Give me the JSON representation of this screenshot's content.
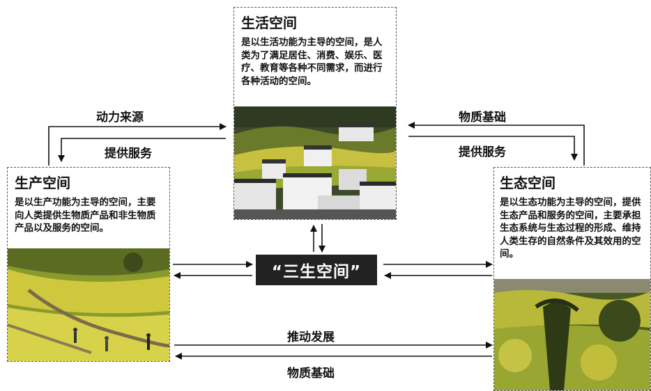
{
  "center": {
    "label": "“三生空间”"
  },
  "living_space": {
    "title": "生活空间",
    "description": "是以生活功能为主导的空间，是人类为了满足居住、消费、娱乐、医疗、教育等各种不同需求，而进行各种活动的空间。",
    "photo_icon": "village-photo"
  },
  "production_space": {
    "title": "生产空间",
    "description": "是以生产功能为主导的空间，主要向人类提供生物质产品和非生物质产品以及服务的空间。",
    "photo_icon": "field-photo"
  },
  "ecological_space": {
    "title": "生态空间",
    "description": "是以生态功能为主导的空间，提供生态产品和服务的空间，主要承担生态系统与生态过程的形成、维持人类生存的自然条件及其效用的空间。",
    "photo_icon": "forest-photo"
  },
  "edges": {
    "production_to_living": "动力来源",
    "living_to_production": "提供服务",
    "ecological_to_living": "物质基础",
    "living_to_ecological": "提供服务",
    "production_to_ecological": "推动发展",
    "ecological_to_production": "物质基础"
  }
}
